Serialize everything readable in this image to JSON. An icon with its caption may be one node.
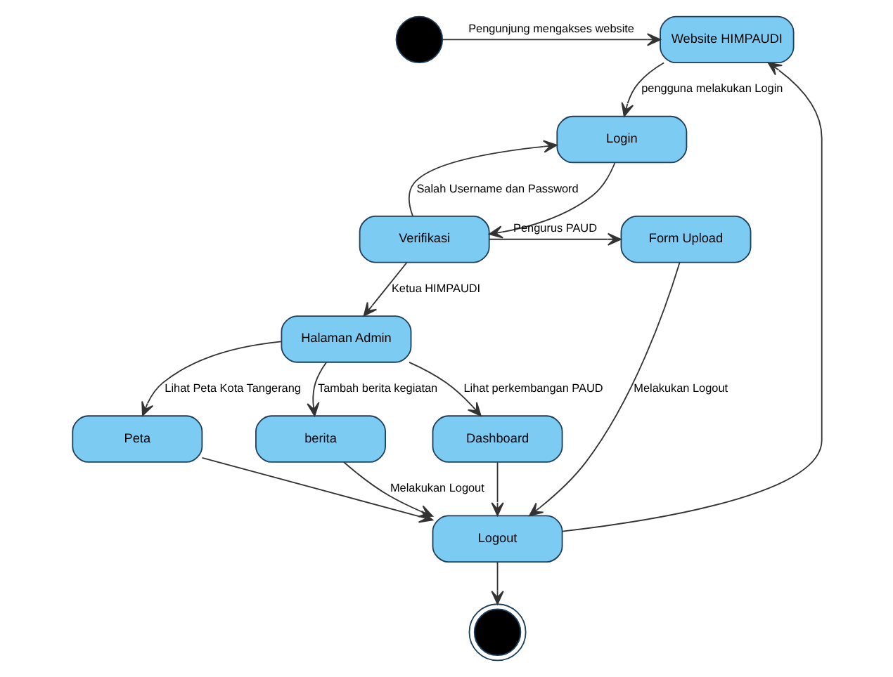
{
  "diagram": {
    "nodes": [
      {
        "text": [],
        "shape": "circle"
      },
      {
        "text": [
          "Website HIMPAUDI"
        ]
      },
      {
        "text": [
          "Login"
        ]
      },
      {
        "text": [
          "Form Upload"
        ]
      },
      {
        "text": [
          "Verifikasi"
        ]
      },
      {
        "text": [
          "Halaman Admin"
        ]
      },
      {
        "text": [
          "berita"
        ]
      },
      {
        "text": [
          "Dashboard"
        ]
      },
      {
        "text": [
          "Peta"
        ]
      },
      {
        "text": [
          "Logout"
        ]
      },
      {
        "text": [],
        "shape": "circle"
      }
    ],
    "edges": [
      {
        "from": 0,
        "to": 1,
        "arrow": "to",
        "label": "Pengunjung mengakses website"
      },
      {
        "from": 1,
        "to": 2,
        "arrow": "to",
        "label": "pengguna melakukan Login"
      },
      {
        "from": 2,
        "to": 4,
        "arrow": "to"
      },
      {
        "from": 4,
        "to": 2,
        "arrow": "to",
        "label": "Salah Username dan Password"
      },
      {
        "from": 4,
        "to": 3,
        "arrow": "to",
        "label": "Pengurus PAUD"
      },
      {
        "from": 4,
        "to": 5,
        "arrow": "to",
        "label": "Ketua HIMPAUDI"
      },
      {
        "from": 5,
        "to": 6,
        "arrow": "to",
        "label": "Tambah berita kegiatan"
      },
      {
        "from": 5,
        "to": 7,
        "arrow": "to",
        "label": "Lihat perkembangan PAUD"
      },
      {
        "from": 5,
        "to": 8,
        "arrow": "to",
        "label": "Lihat Peta Kota Tangerang"
      },
      {
        "from": 3,
        "to": 9,
        "arrow": "to",
        "label": "Melakukan Logout"
      },
      {
        "from": 6,
        "to": 9,
        "arrow": "to",
        "label": "Melakukan Logout"
      },
      {
        "from": 7,
        "to": 9,
        "arrow": "to"
      },
      {
        "from": 8,
        "to": 9,
        "arrow": "to"
      },
      {
        "from": 9,
        "to": 1,
        "arrow": "to"
      },
      {
        "from": 9,
        "to": 10,
        "arrow": "to"
      }
    ]
  }
}
